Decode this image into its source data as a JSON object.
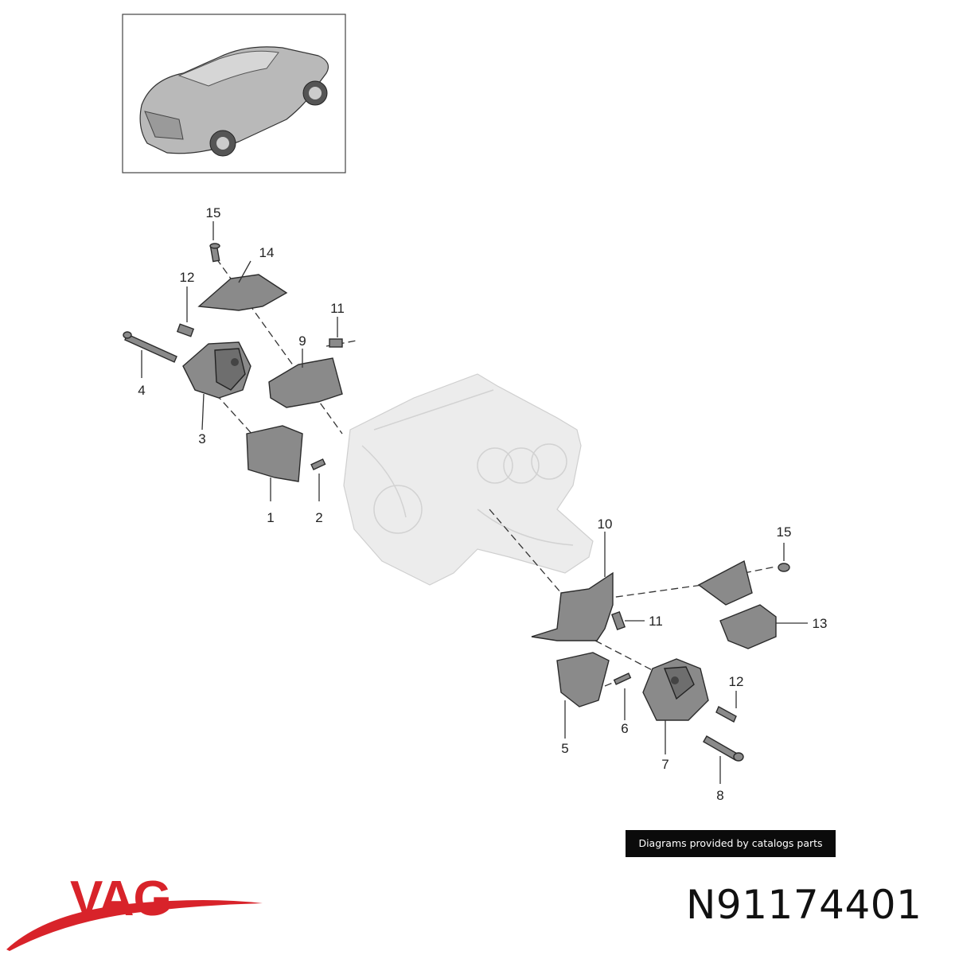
{
  "callouts": [
    {
      "id": "15a",
      "label": "15"
    },
    {
      "id": "14",
      "label": "14"
    },
    {
      "id": "12a",
      "label": "12"
    },
    {
      "id": "11a",
      "label": "11"
    },
    {
      "id": "9",
      "label": "9"
    },
    {
      "id": "4",
      "label": "4"
    },
    {
      "id": "3",
      "label": "3"
    },
    {
      "id": "1",
      "label": "1"
    },
    {
      "id": "2",
      "label": "2"
    },
    {
      "id": "10",
      "label": "10"
    },
    {
      "id": "15b",
      "label": "15"
    },
    {
      "id": "11b",
      "label": "11"
    },
    {
      "id": "13",
      "label": "13"
    },
    {
      "id": "12b",
      "label": "12"
    },
    {
      "id": "6",
      "label": "6"
    },
    {
      "id": "5",
      "label": "5"
    },
    {
      "id": "7",
      "label": "7"
    },
    {
      "id": "8",
      "label": "8"
    }
  ],
  "credit": "Diagrams provided by catalogs parts",
  "brand": "VAG",
  "part_number": "N91174401",
  "colors": {
    "brand_red": "#d8232a",
    "credit_bg": "#0b0b0b"
  }
}
